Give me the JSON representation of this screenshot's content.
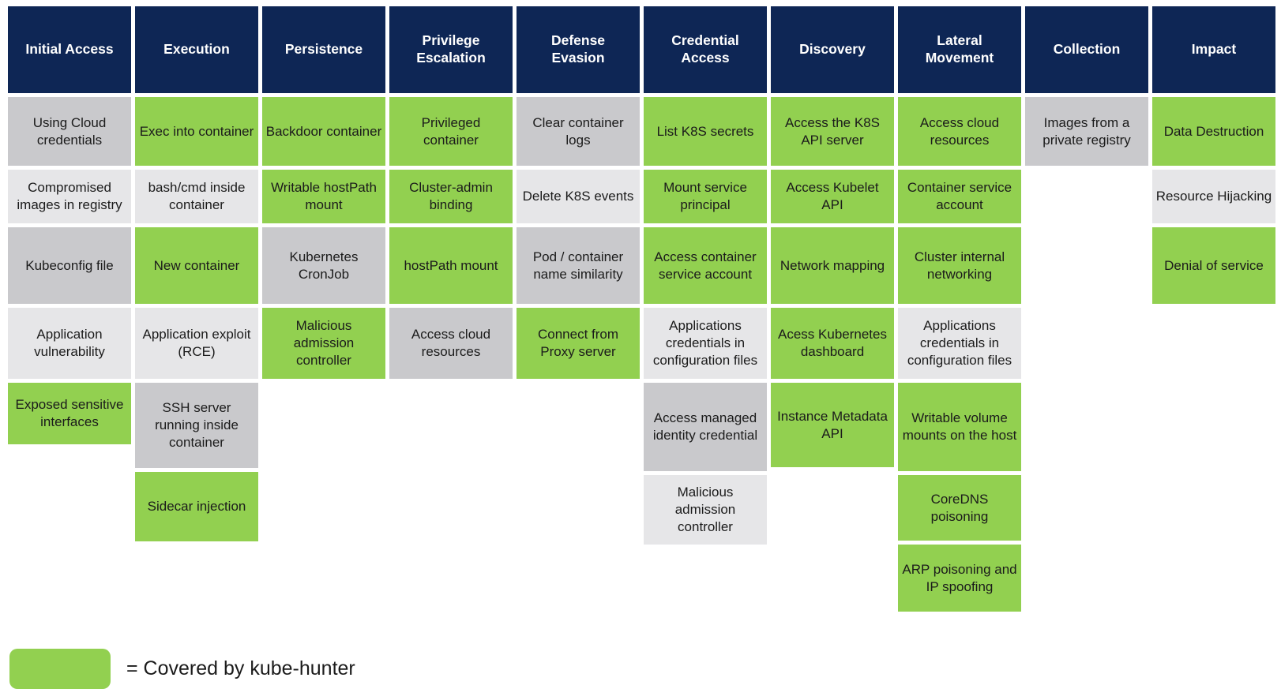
{
  "colors": {
    "header_bg": "#0e2655",
    "header_text": "#ffffff",
    "green": "#92d050",
    "gray_dark": "#c9c9cc",
    "gray_light": "#e6e6e8",
    "cell_text": "#1b1b1b"
  },
  "legend": {
    "label": "= Covered by kube-hunter",
    "swatch_meaning": "covered-by-kube-hunter",
    "swatch_color": "#92d050"
  },
  "matrix": {
    "cell_variants": {
      "green": "covered by kube-hunter",
      "dark": "not covered (dark gray)",
      "light": "not covered (light gray)"
    },
    "columns": [
      {
        "header": "Initial Access",
        "cells": [
          {
            "label": "Using Cloud credentials",
            "variant": "dark",
            "h": 87
          },
          {
            "label": "Compromised images in registry",
            "variant": "light",
            "h": 68
          },
          {
            "label": "Kubeconfig file",
            "variant": "dark",
            "h": 97
          },
          {
            "label": "Application vulnerability",
            "variant": "light",
            "h": 90
          },
          {
            "label": "Exposed sensitive interfaces",
            "variant": "green",
            "h": 78
          }
        ]
      },
      {
        "header": "Execution",
        "cells": [
          {
            "label": "Exec into container",
            "variant": "green",
            "h": 87
          },
          {
            "label": "bash/cmd inside container",
            "variant": "light",
            "h": 68
          },
          {
            "label": "New container",
            "variant": "green",
            "h": 97
          },
          {
            "label": "Application exploit (RCE)",
            "variant": "light",
            "h": 90
          },
          {
            "label": "SSH server running inside container",
            "variant": "dark",
            "h": 108
          },
          {
            "label": "Sidecar injection",
            "variant": "green",
            "h": 88
          }
        ]
      },
      {
        "header": "Persistence",
        "cells": [
          {
            "label": "Backdoor container",
            "variant": "green",
            "h": 87
          },
          {
            "label": "Writable hostPath mount",
            "variant": "green",
            "h": 68
          },
          {
            "label": "Kubernetes CronJob",
            "variant": "dark",
            "h": 97
          },
          {
            "label": "Malicious admission controller",
            "variant": "green",
            "h": 90
          }
        ]
      },
      {
        "header": "Privilege Escalation",
        "cells": [
          {
            "label": "Privileged container",
            "variant": "green",
            "h": 87
          },
          {
            "label": "Cluster-admin binding",
            "variant": "green",
            "h": 68
          },
          {
            "label": "hostPath mount",
            "variant": "green",
            "h": 97
          },
          {
            "label": "Access cloud resources",
            "variant": "dark",
            "h": 90
          }
        ]
      },
      {
        "header": "Defense Evasion",
        "cells": [
          {
            "label": "Clear container logs",
            "variant": "dark",
            "h": 87
          },
          {
            "label": "Delete K8S events",
            "variant": "light",
            "h": 68
          },
          {
            "label": "Pod / container name similarity",
            "variant": "dark",
            "h": 97
          },
          {
            "label": "Connect from Proxy server",
            "variant": "green",
            "h": 90
          }
        ]
      },
      {
        "header": "Credential Access",
        "cells": [
          {
            "label": "List K8S secrets",
            "variant": "green",
            "h": 87
          },
          {
            "label": "Mount service principal",
            "variant": "green",
            "h": 68
          },
          {
            "label": "Access container service account",
            "variant": "green",
            "h": 97
          },
          {
            "label": "Applications credentials in configuration files",
            "variant": "light",
            "h": 90
          },
          {
            "label": "Access managed identity credential",
            "variant": "dark",
            "h": 112
          },
          {
            "label": "Malicious admission controller",
            "variant": "light",
            "h": 88
          }
        ]
      },
      {
        "header": "Discovery",
        "cells": [
          {
            "label": "Access the K8S API server",
            "variant": "green",
            "h": 87
          },
          {
            "label": "Access Kubelet API",
            "variant": "green",
            "h": 68
          },
          {
            "label": "Network mapping",
            "variant": "green",
            "h": 97
          },
          {
            "label": "Acess Kubernetes dashboard",
            "variant": "green",
            "h": 90
          },
          {
            "label": "Instance Metadata API",
            "variant": "green",
            "h": 107
          }
        ]
      },
      {
        "header": "Lateral Movement",
        "cells": [
          {
            "label": "Access cloud resources",
            "variant": "green",
            "h": 87
          },
          {
            "label": "Container service account",
            "variant": "green",
            "h": 68
          },
          {
            "label": "Cluster internal networking",
            "variant": "green",
            "h": 97
          },
          {
            "label": "Applications credentials in configuration files",
            "variant": "light",
            "h": 90
          },
          {
            "label": "Writable volume mounts on the host",
            "variant": "green",
            "h": 112
          },
          {
            "label": "CoreDNS poisoning",
            "variant": "green",
            "h": 83
          },
          {
            "label": "ARP poisoning and IP spoofing",
            "variant": "green",
            "h": 85
          }
        ]
      },
      {
        "header": "Collection",
        "cells": [
          {
            "label": "Images from a private registry",
            "variant": "dark",
            "h": 87
          }
        ]
      },
      {
        "header": "Impact",
        "cells": [
          {
            "label": "Data Destruction",
            "variant": "green",
            "h": 87
          },
          {
            "label": "Resource Hijacking",
            "variant": "light",
            "h": 68
          },
          {
            "label": "Denial of service",
            "variant": "green",
            "h": 97
          }
        ]
      }
    ]
  }
}
